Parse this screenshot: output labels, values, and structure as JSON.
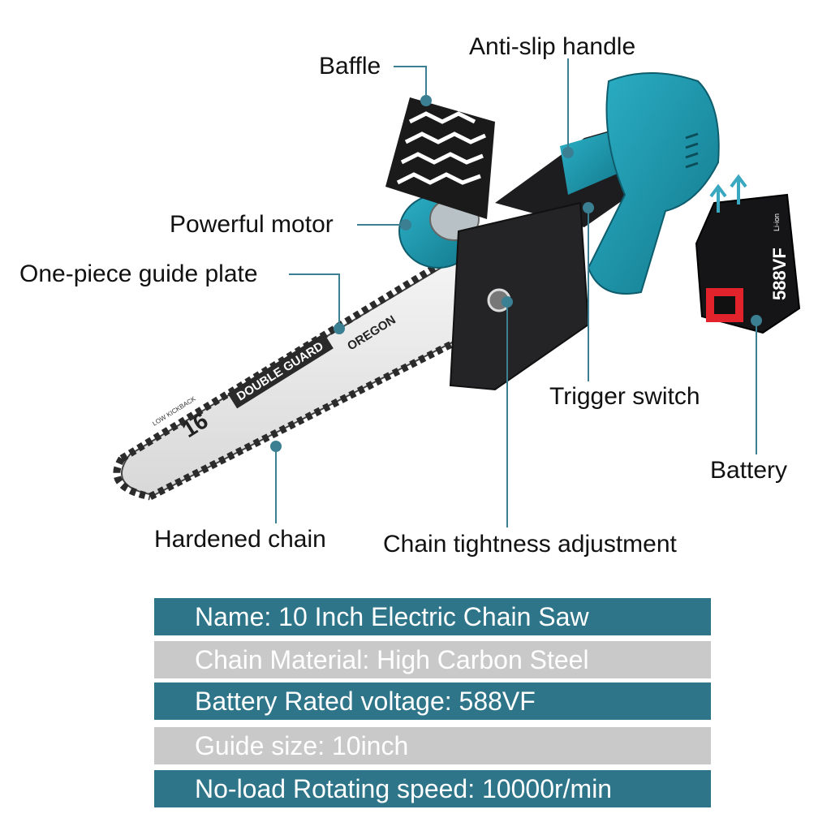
{
  "callouts": {
    "baffle": "Baffle",
    "anti_slip_handle": "Anti-slip handle",
    "powerful_motor": "Powerful motor",
    "guide_plate": "One-piece guide plate",
    "trigger_switch": "Trigger switch",
    "battery": "Battery",
    "hardened_chain": "Hardened chain",
    "chain_tightness": "Chain tightness adjustment"
  },
  "product_markings": {
    "bar_brand": "OREGON",
    "bar_model": "DOUBLE GUARD",
    "bar_size": "16",
    "bar_small_text": "LOW KICKBACK",
    "battery_label": "588VF",
    "battery_sub": "Li-ion"
  },
  "specs": [
    {
      "text": "Name: 10 Inch Electric Chain Saw",
      "style": "dark"
    },
    {
      "text": "Chain Material: High Carbon Steel",
      "style": "light"
    },
    {
      "text": "Battery Rated voltage: 588VF",
      "style": "dark"
    },
    {
      "text": "Guide size: 10inch",
      "style": "light"
    },
    {
      "text": "No-load Rotating speed: 10000r/min",
      "style": "dark"
    }
  ],
  "colors": {
    "body_teal": "#1a8fa6",
    "body_dark": "#1d1d1f",
    "bar_silver": "#e6e6e6",
    "callout_line": "#3b7f93",
    "spec_dark": "#2e7589",
    "spec_light": "#c9c9c9",
    "battery_red": "#e3232c"
  }
}
